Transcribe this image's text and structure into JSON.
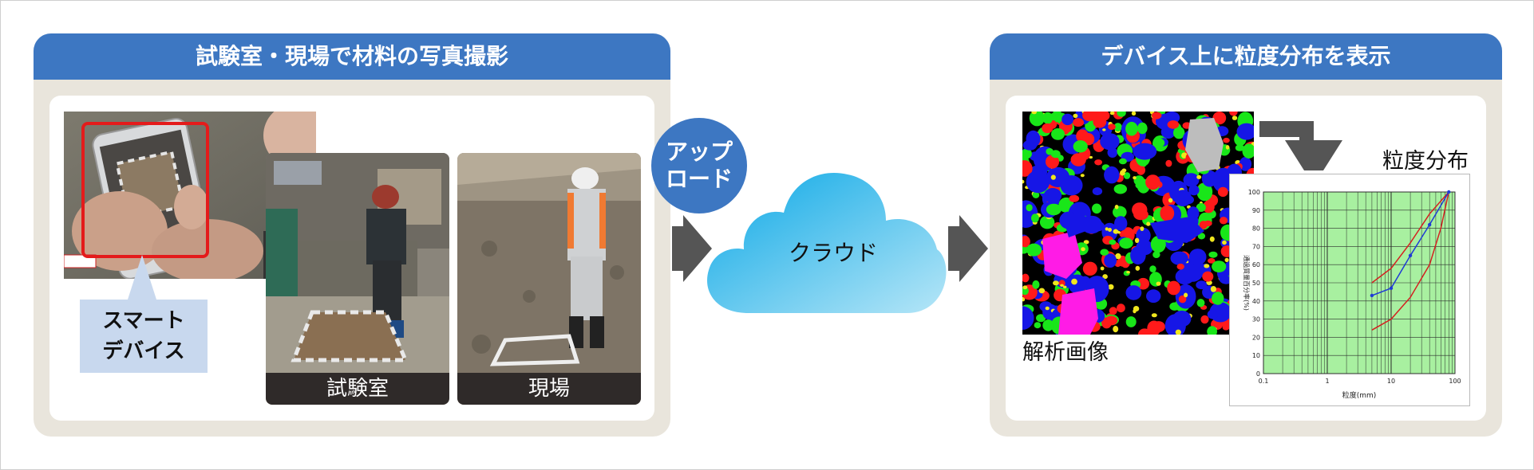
{
  "left_panel": {
    "title": "試験室・現場で材料の写真撮影",
    "callout": {
      "line1": "スマート",
      "line2": "デバイス"
    },
    "photos": [
      {
        "caption": "試験室"
      },
      {
        "caption": "現場"
      }
    ]
  },
  "upload_badge": {
    "line1": "アップ",
    "line2": "ロード"
  },
  "cloud": {
    "label": "クラウド"
  },
  "right_panel": {
    "title": "デバイス上に粒度分布を表示",
    "analysis_label": "解析画像",
    "distribution_label": "粒度分布"
  },
  "chart_data": {
    "type": "line",
    "x_scale": "log",
    "xlim": [
      0.1,
      100
    ],
    "ylim": [
      0,
      100
    ],
    "xlabel": "粒度(mm)",
    "ylabel": "通過質量百分率(%)",
    "xticks": [
      "0.1",
      "1",
      "10",
      "100"
    ],
    "yticks": [
      "0",
      "10",
      "20",
      "30",
      "40",
      "50",
      "60",
      "70",
      "80",
      "90",
      "100"
    ],
    "grid": true,
    "series": [
      {
        "color": "#d42020",
        "points": [
          [
            5,
            24
          ],
          [
            10,
            30
          ],
          [
            20,
            42
          ],
          [
            40,
            60
          ],
          [
            60,
            80
          ],
          [
            80,
            100
          ]
        ]
      },
      {
        "color": "#d42020",
        "points": [
          [
            5,
            50
          ],
          [
            10,
            58
          ],
          [
            20,
            72
          ],
          [
            40,
            88
          ],
          [
            80,
            100
          ]
        ]
      },
      {
        "color": "#1f3bd6",
        "markers": true,
        "points": [
          [
            5,
            43
          ],
          [
            10,
            47
          ],
          [
            20,
            65
          ],
          [
            40,
            82
          ],
          [
            80,
            100
          ]
        ]
      }
    ]
  },
  "colors": {
    "accent": "#3d77c2",
    "panel_bg": "#e9e5dc",
    "chart_bg": "#a8f0a0",
    "arrow": "#555555"
  }
}
